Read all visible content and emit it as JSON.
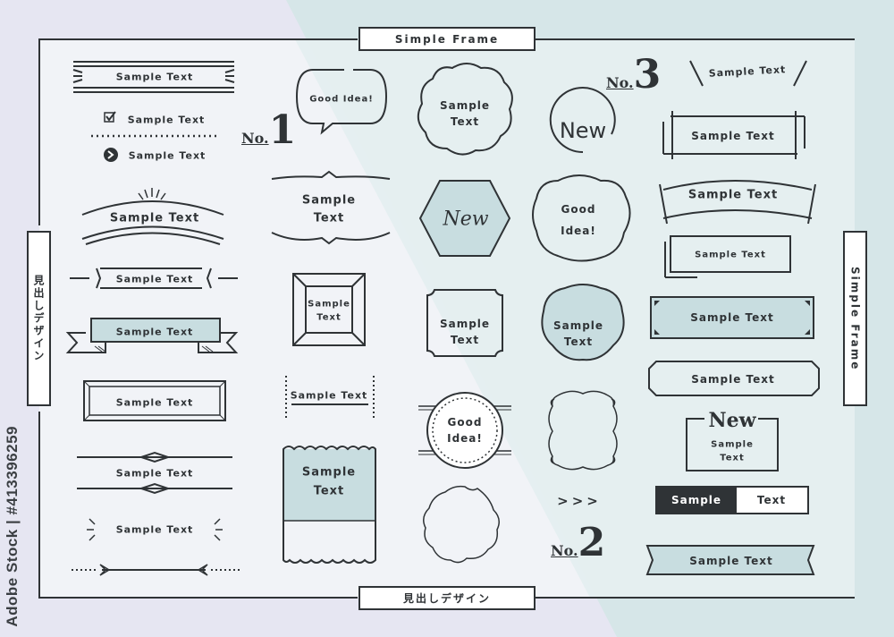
{
  "frame": {
    "top_tab": "Simple Frame",
    "bottom_tab": "見出しデザイン",
    "left_tab": "見出しデザイン",
    "right_tab": "Simple Frame"
  },
  "watermark": {
    "stock_id": "Adobe Stock | #413396259"
  },
  "numbers": {
    "no1": {
      "prefix": "No.",
      "num": "1"
    },
    "no2": {
      "prefix": "No.",
      "num": "2"
    },
    "no3": {
      "prefix": "No.",
      "num": "3"
    }
  },
  "col1": {
    "stripe_heading": "Sample Text",
    "check_item": "Sample Text",
    "arrow_item": "Sample Text",
    "arc_heading": "Sample Text",
    "flag_heading": "Sample Text",
    "ribbon_heading": "Sample Text",
    "bevel_heading": "Sample Text",
    "diamond_heading": "Sample Text",
    "burst_heading": "Sample Text"
  },
  "col2": {
    "bubble": "Good Idea!",
    "brace_line1": "Sample",
    "brace_line2": "Text",
    "frame_line1": "Sample",
    "frame_line2": "Text",
    "dotted_heading": "Sample Text",
    "ticket_line1": "Sample",
    "ticket_line2": "Text"
  },
  "col3": {
    "scallop_line1": "Sample",
    "scallop_line2": "Text",
    "hex_text": "New",
    "notch_line1": "Sample",
    "notch_line2": "Text",
    "circle_line1": "Good",
    "circle_line2": "Idea!"
  },
  "col4": {
    "new_circle": "New",
    "octo_line1": "Good",
    "octo_line2": "Idea!",
    "blob_line1": "Sample",
    "blob_line2": "Text",
    "chevrons": ">>>"
  },
  "col5": {
    "fan_heading": "Sample Text",
    "crossed_heading": "Sample Text",
    "banner_heading": "Sample Text",
    "corner_heading": "Sample Text",
    "filled_heading": "Sample Text",
    "cut_heading": "Sample Text",
    "new_title": "New",
    "new_line1": "Sample",
    "new_line2": "Text",
    "split_left": "Sample",
    "split_right": "Text",
    "tape_heading": "Sample Text"
  },
  "colors": {
    "ink": "#2f3336",
    "accent": "#c8dde0",
    "bg_left": "#ebebf6",
    "bg_right": "#d6e6e8",
    "panel": "#f4f4f8"
  }
}
